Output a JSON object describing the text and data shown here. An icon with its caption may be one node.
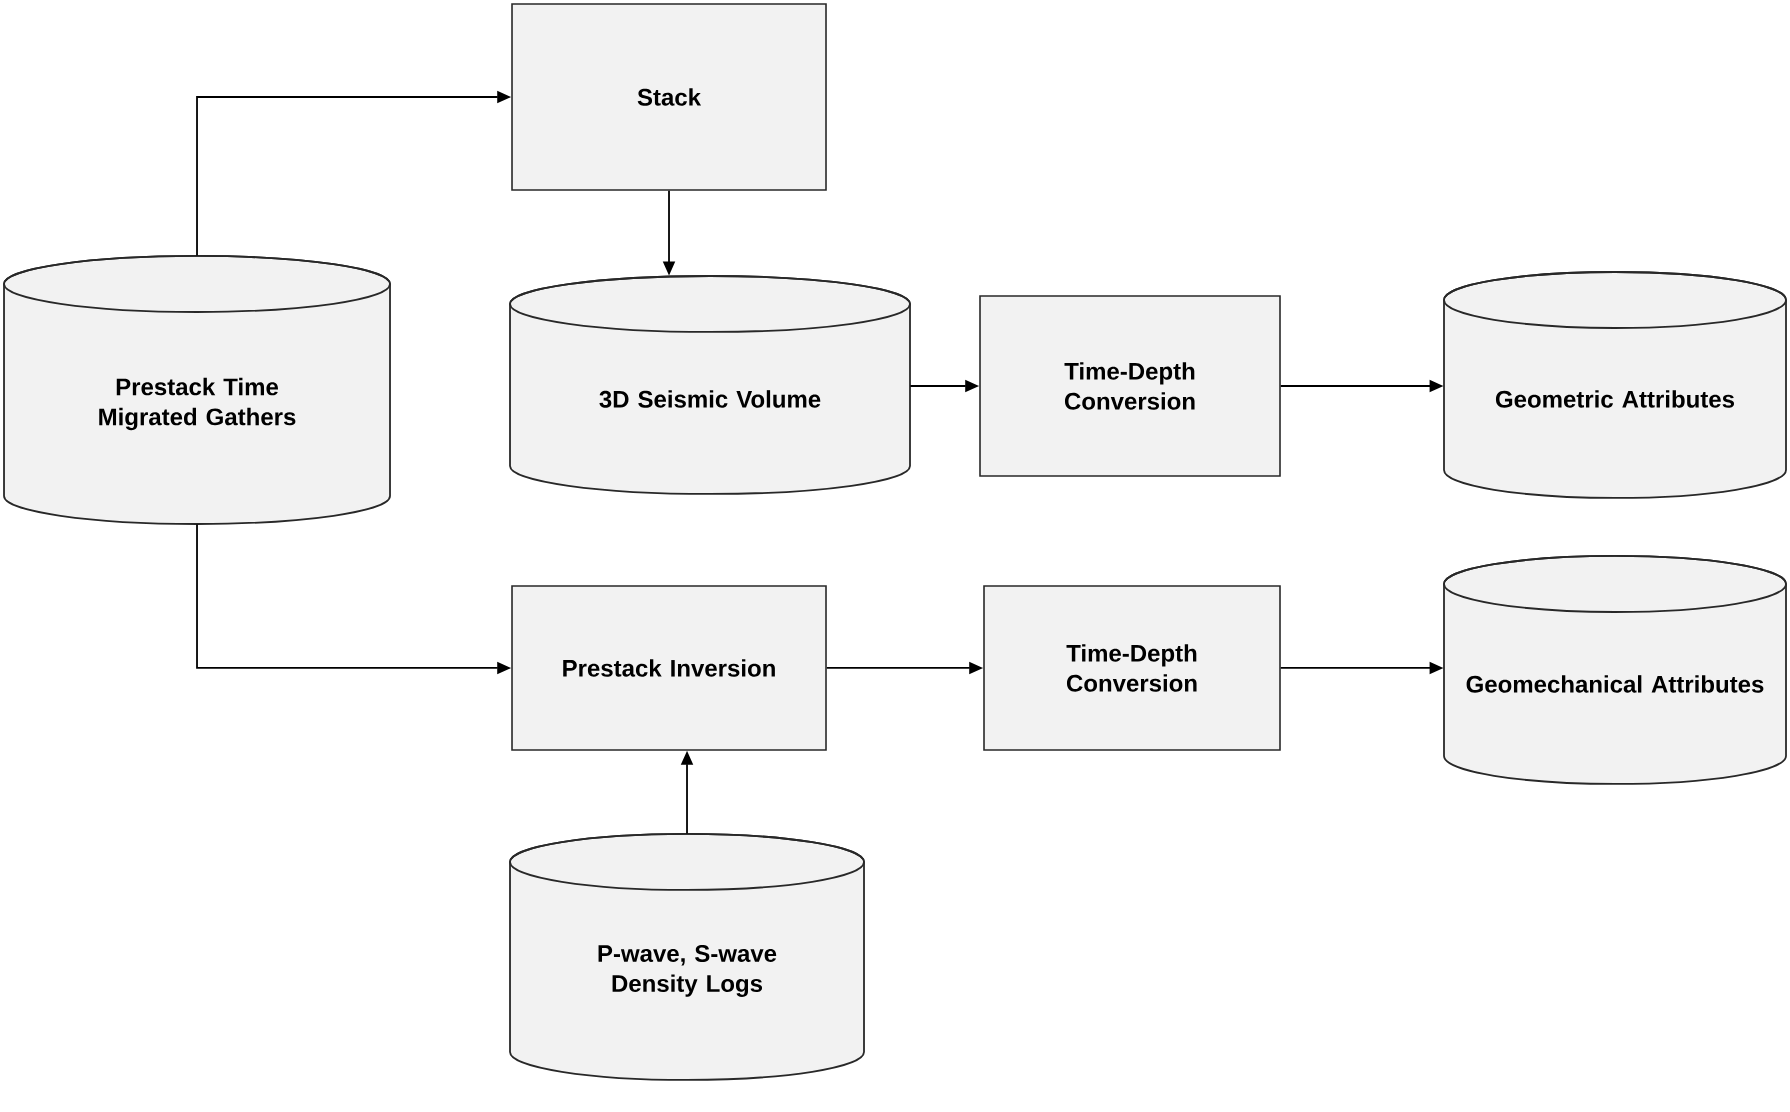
{
  "diagram": {
    "nodes": [
      {
        "text": [
          "Prestack Time Migrated Gathers"
        ]
      },
      {
        "text": [
          "Stack"
        ]
      },
      {
        "text": [
          "3D Seismic Volume"
        ]
      },
      {
        "text": [
          "Time-Depth Conversion"
        ]
      },
      {
        "text": [
          "Geometric Attributes"
        ]
      },
      {
        "text": [
          "Prestack Inversion"
        ]
      },
      {
        "text": [
          "Time-Depth Conversion"
        ]
      },
      {
        "text": [
          "Geomechanical Attributes"
        ]
      },
      {
        "text": [
          "P-wave, S-wave Density Logs"
        ]
      }
    ],
    "edges": [
      {
        "from": 0,
        "to": 1,
        "arrow": "to"
      },
      {
        "from": 1,
        "to": 2,
        "arrow": "to"
      },
      {
        "from": 2,
        "to": 3,
        "arrow": "to"
      },
      {
        "from": 3,
        "to": 4,
        "arrow": "to"
      },
      {
        "from": 0,
        "to": 5,
        "arrow": "to"
      },
      {
        "from": 5,
        "to": 6,
        "arrow": "to"
      },
      {
        "from": 6,
        "to": 7,
        "arrow": "to"
      },
      {
        "from": 8,
        "to": 5,
        "arrow": "to"
      }
    ]
  }
}
